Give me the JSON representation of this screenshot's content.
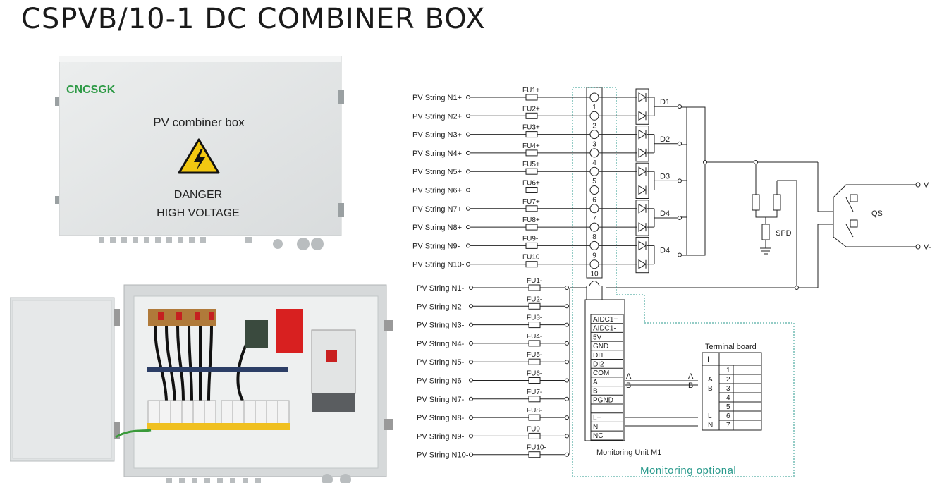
{
  "title": "CSPVB/10-1 DC COMBINER BOX",
  "enclosure": {
    "brand": "CNCSGK",
    "label": "PV combiner box",
    "warning_line1": "DANGER",
    "warning_line2": "HIGH VOLTAGE",
    "brand_color": "#2e9a46",
    "warning_color": "#f2c811"
  },
  "strings_pos": [
    {
      "label": "PV String N1+",
      "fuse": "FU1+"
    },
    {
      "label": "PV String N2+",
      "fuse": "FU2+"
    },
    {
      "label": "PV String N3+",
      "fuse": "FU3+"
    },
    {
      "label": "PV String N4+",
      "fuse": "FU4+"
    },
    {
      "label": "PV String N5+",
      "fuse": "FU5+"
    },
    {
      "label": "PV String N6+",
      "fuse": "FU6+"
    },
    {
      "label": "PV String N7+",
      "fuse": "FU7+"
    },
    {
      "label": "PV String N8+",
      "fuse": "FU8+"
    },
    {
      "label": "PV String N9-",
      "fuse": "FU9-"
    },
    {
      "label": "PV String N10-",
      "fuse": "FU10-"
    }
  ],
  "strings_neg": [
    {
      "label": "PV String N1-",
      "fuse": "FU1-"
    },
    {
      "label": "PV String N2-",
      "fuse": "FU2-"
    },
    {
      "label": "PV String N3-",
      "fuse": "FU3-"
    },
    {
      "label": "PV String N4-",
      "fuse": "FU4-"
    },
    {
      "label": "PV String N5-",
      "fuse": "FU5-"
    },
    {
      "label": "PV String N6-",
      "fuse": "FU6-"
    },
    {
      "label": "PV String N7-",
      "fuse": "FU7-"
    },
    {
      "label": "PV String N8-",
      "fuse": "FU8-"
    },
    {
      "label": "PV String N9-",
      "fuse": "FU9-"
    },
    {
      "label": "PV String N10-",
      "fuse": "FU10-"
    }
  ],
  "channel_numbers": [
    "1",
    "2",
    "3",
    "4",
    "5",
    "6",
    "7",
    "8",
    "9",
    "10"
  ],
  "diodes": [
    "D1",
    "D2",
    "D3",
    "D4",
    "D4"
  ],
  "spd_label": "SPD",
  "qs_label": "QS",
  "out_pos": "V+",
  "out_neg": "V-",
  "monitor": {
    "pins": [
      "AIDC1+",
      "AIDC1-",
      "5V",
      "GND",
      "DI1",
      "DI2",
      "COM",
      "A",
      "B",
      "PGND",
      "",
      "L+",
      "N-",
      "NC"
    ],
    "name": "Monitoring Unit M1",
    "optional_label": "Monitoring optional",
    "optional_color": "#2a9a8c"
  },
  "link_labels": {
    "a_left": "A",
    "b_left": "B",
    "a_right": "A",
    "b_right": "B"
  },
  "terminal": {
    "title": "Terminal board",
    "first_cell": "I",
    "letters": [
      "",
      "A",
      "B",
      "",
      "",
      "L",
      "N"
    ],
    "numbers": [
      "1",
      "2",
      "3",
      "4",
      "5",
      "6",
      "7"
    ]
  }
}
